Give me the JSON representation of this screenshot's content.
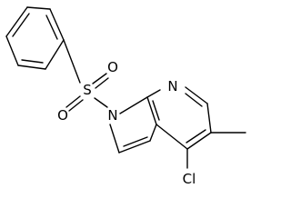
{
  "atoms": {
    "sulfur": "S",
    "oxygen_top": "O",
    "oxygen_bottom": "O",
    "nitrogen_pyrrole": "N",
    "nitrogen_pyridine": "N",
    "chlorine": "Cl"
  },
  "colors": {
    "ink": "#000000",
    "background": "#ffffff"
  }
}
